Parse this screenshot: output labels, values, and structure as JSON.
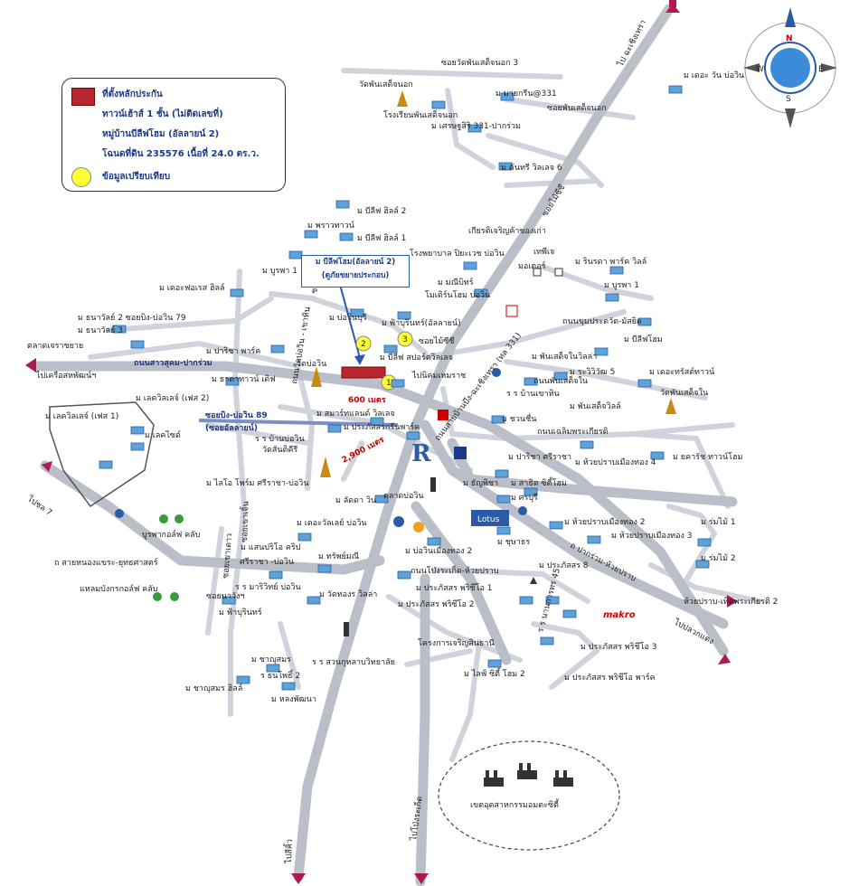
{
  "legend": {
    "item1": "ที่ตั้งหลักประกัน",
    "item2": "ทาวน์เฮ้าส์ 1 ชั้น (ไม่ติดเลขที่)",
    "item3": "หมู่บ้านบีลีฟโฮม (อัลลายน์ 2)",
    "item4": "โฉนดที่ดิน 235576 เนื้อที่ 24.0 ตร.ว.",
    "item5": "ข้อมูลเปรียบเทียบ"
  },
  "callout": {
    "line1": "ม บีลีฟโฮม(อัลลายน์ 2)",
    "line2": "(ดูภัยขยายประกอบ)"
  },
  "compass": {
    "n": "N",
    "s": "S",
    "e": "E",
    "w": "W"
  },
  "distances": {
    "d1": "600 เมตร",
    "d2": "2,900 เมตร"
  },
  "markers": {
    "m1": "1",
    "m2": "2",
    "m3": "3"
  },
  "labels": {
    "l01": "ซอยวัดพันเสด็จนอก 3",
    "l02": "วัดพันเสด็จนอก",
    "l03": "ม มายกรีน@331",
    "l04": "โรงเรียนพันเสด็จนอก",
    "l05": "ซอยพันเสด็จนอก",
    "l06": "ม เศรษฐสิริ 331-ปากร่วม",
    "l07": "ม คันทรี วิลเลจ 6",
    "l08": "ม เดอะ วัน บ่อวิน",
    "l09": "ไป ฉะเชิงเทรา",
    "l10": "ซอยไม้ซีซี",
    "l11": "ม บีลีฟ ฮิลล์ 2",
    "l12": "ม พราวทาวน์",
    "l13": "ม บีลีฟ ฮิลล์ 1",
    "l14": "เกียรติเจริญค้าของเก่า",
    "l15": "โรงพยาบาล ปิยะเวช บ่อวิน",
    "l16": "เทพีเจ",
    "l17": "มอเตอร์",
    "l18": "ม รินรดา พาร์ค วิลล์",
    "l19": "ม บูรพา 1",
    "l20": "ม บูรพา 1",
    "l21": "ม มณีบิทร์",
    "l22": "โมเดิร์นโฮม บ่อวิน",
    "l23": "ม เดอะฟอเรส ฮิลล์",
    "l24": "ม ธนาวัลย์ 3",
    "l25": "ม ธนาวัลย์ 2 ซอยบิง-บ่อวิน 79",
    "l26": "ม บ่อวินบุรี",
    "l27": "ม ฟ้าบุรินทร์(อัลลายน์)",
    "l28": "ถนนขุมประดวัต-มัสยิด",
    "l29": "ม บีลีฟโฮม",
    "l30": "ตลาดเจราชยาย",
    "l31": "ม ปาริชา พาร์ค",
    "l32": "ถนนสาวสุคม-ปากร่วม",
    "l33": "วัดบ่อวิน",
    "l34": "ซอยไม้ซีซี",
    "l35": "ม บีลีฟ สปอร์ตวิลเลจ",
    "l36": "ม พันเสด็จในวิลล่า",
    "l37": "ไปเครือสหพัฒน์ฯ",
    "l38": "ม ธาดาทาวน์ เดิฟ",
    "l39": "ไปนิคมเหมราช",
    "l40": "ถนนสายบ้านบึง-ฉะเชิงเทรา (ทล 331)",
    "l41": "ม ระวิวิวัฒ 5",
    "l42": "ถนนพันเสด็จใน",
    "l43": "ม เดอะทรัสต์ทาวน์",
    "l44": "ร ร บ้านเขาหิน",
    "l45": "วัดพันเสด็จใน",
    "l46": "ม พันเสด็จวิลล์",
    "l47": "ม เลควิลเลจ์ (เฟส 2)",
    "l48": "ม เลควิลเลจ์ (เฟส 1)",
    "l49": "ม เลคไซด์",
    "l50": "ซอยบิง-บ่อวิน 89",
    "l51": "(ซอยอัลลายน์)",
    "l52": "ม สมาร์ทแลนด์ วิลเลจ",
    "l53": "ม ประภัสสรกรีนพาร์ค",
    "l54": "ร ร บ้านบ่อวิน",
    "l55": "วัดสันติคีรี",
    "l56": "ม ชวนชื่น",
    "l57": "ถนนเฉลิมพระเกียรติ",
    "l58": "ม ปาริชา ศรีราชา",
    "l59": "ม ห้วยปราบเมืองทอง 4",
    "l60": "ม ยคารัช ทาวน์โฮม",
    "l61": "ไปชล 7",
    "l62": "ม ไลโอ โพร์ม ศรีราชา-บ่อวิน",
    "l63": "ม ลัดดา วิน",
    "l64": "ตลาดบ่อวิน",
    "l65": "ม ธัญพิชา",
    "l66": "ม สาธิต ซิตี้โฮม",
    "l67": "ม ศรบุรี",
    "l68": "บูรพากอล์ฟ คลับ",
    "l69": "ม เดอะวัลเลย์ บ่อวิน",
    "l70": "Lotus",
    "l71": "ม ห้วยปราบเมืองทอง 2",
    "l72": "ม ห้วยปราบเมืองทอง 3",
    "l73": "ม ร่มไม้ 1",
    "l74": "ม ร่มไม้ 2",
    "l75": "ถ สายหนองแขระ-ยุทธศาสตร์",
    "l76": "ม แสนปริโอ คริป",
    "l77": "ศรีราชา -บ่อวิน",
    "l78": "ม ทรัพย์มณี",
    "l79": "ม บ่อวินเมืองทอง 2",
    "l80": "ม ชุษาธร",
    "l81": "ถ ปากร่วม-ห้วยปราบ",
    "l82": "แหลมบังกรกอล์ฟ คลับ",
    "l83": "ซอยนาวังฯ",
    "l84": "ร ร มาริวิทย์ บ่อวิน",
    "l85": "ม วัดทองร วิลล่า",
    "l86": "ถนนโป่งระเก็ด-ห้วยปราบ",
    "l87": "ม ประภัสสร 8",
    "l88": "ม ประภัสสร พริชึโอ 1",
    "l89": "ม ประภัสสร พริซึโอ 2",
    "l90": "ห้วยปราบ-เทิดพระเกียรติ 2",
    "l91": "ม ฟ้าบุรินทร์",
    "l92": "makro",
    "l93": "ม ชาญุสมร",
    "l94": "ม ชาญุสมร ฮิลล์",
    "l95": "ร ธนโพธิ์ 2",
    "l96": "ม หลงพัฒนา",
    "l97": "ร ร สวนกุหลาบวิทยาลัย",
    "l98": "โครงการเจริญสินธานี",
    "l99": "ม ไลฟ์ ซิตี้ โฮม 2",
    "l100": "ม ประภัสสร พริชึโอ 3",
    "l101": "ม ประภัสสร พริชึโอ พาร์ค",
    "l102": "ไปปลวกแดง",
    "l103": "ร ร นานการทร 45",
    "l104": "เขตอุตสาหกรรมอมตะซิตี้",
    "l105": "ไปโป่งระเก็ด",
    "l106": "ไปสีคิ้ว",
    "l107": "ถนนวัดบ่อวิน - เขาหิน",
    "l108": "ซอยเขาเดาว",
    "l109": "ซอยเวิลเด้",
    "l110": "ซอยเขาเจิ้น"
  }
}
